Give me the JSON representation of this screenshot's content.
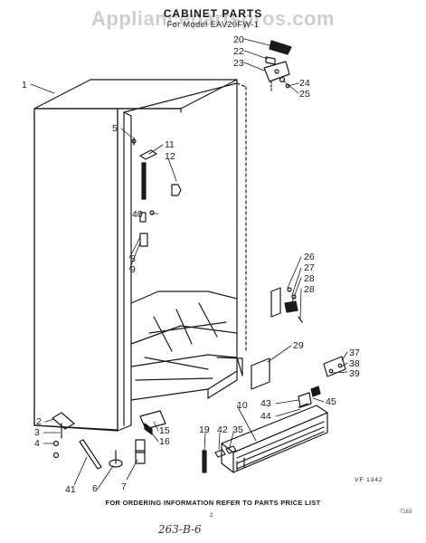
{
  "watermark": "Appliancepartspros.com",
  "header": {
    "title": "CABINET PARTS",
    "subtitle": "For Model EAV20FW-1"
  },
  "footer": {
    "ordering_note": "FOR ORDERING INFORMATION REFER TO PARTS PRICE LIST",
    "page_number": "2",
    "figure_code": "VF 1342",
    "corner_code": "7163",
    "handwritten": "263-B-6"
  },
  "callouts": [
    "1",
    "2",
    "3",
    "4",
    "5",
    "6",
    "7",
    "8",
    "9",
    "10",
    "11",
    "12",
    "15",
    "16",
    "19",
    "20",
    "22",
    "23",
    "24",
    "25",
    "26",
    "27",
    "28",
    "28",
    "29",
    "35",
    "37",
    "38",
    "39",
    "40",
    "41",
    "42",
    "43",
    "44",
    "45"
  ]
}
